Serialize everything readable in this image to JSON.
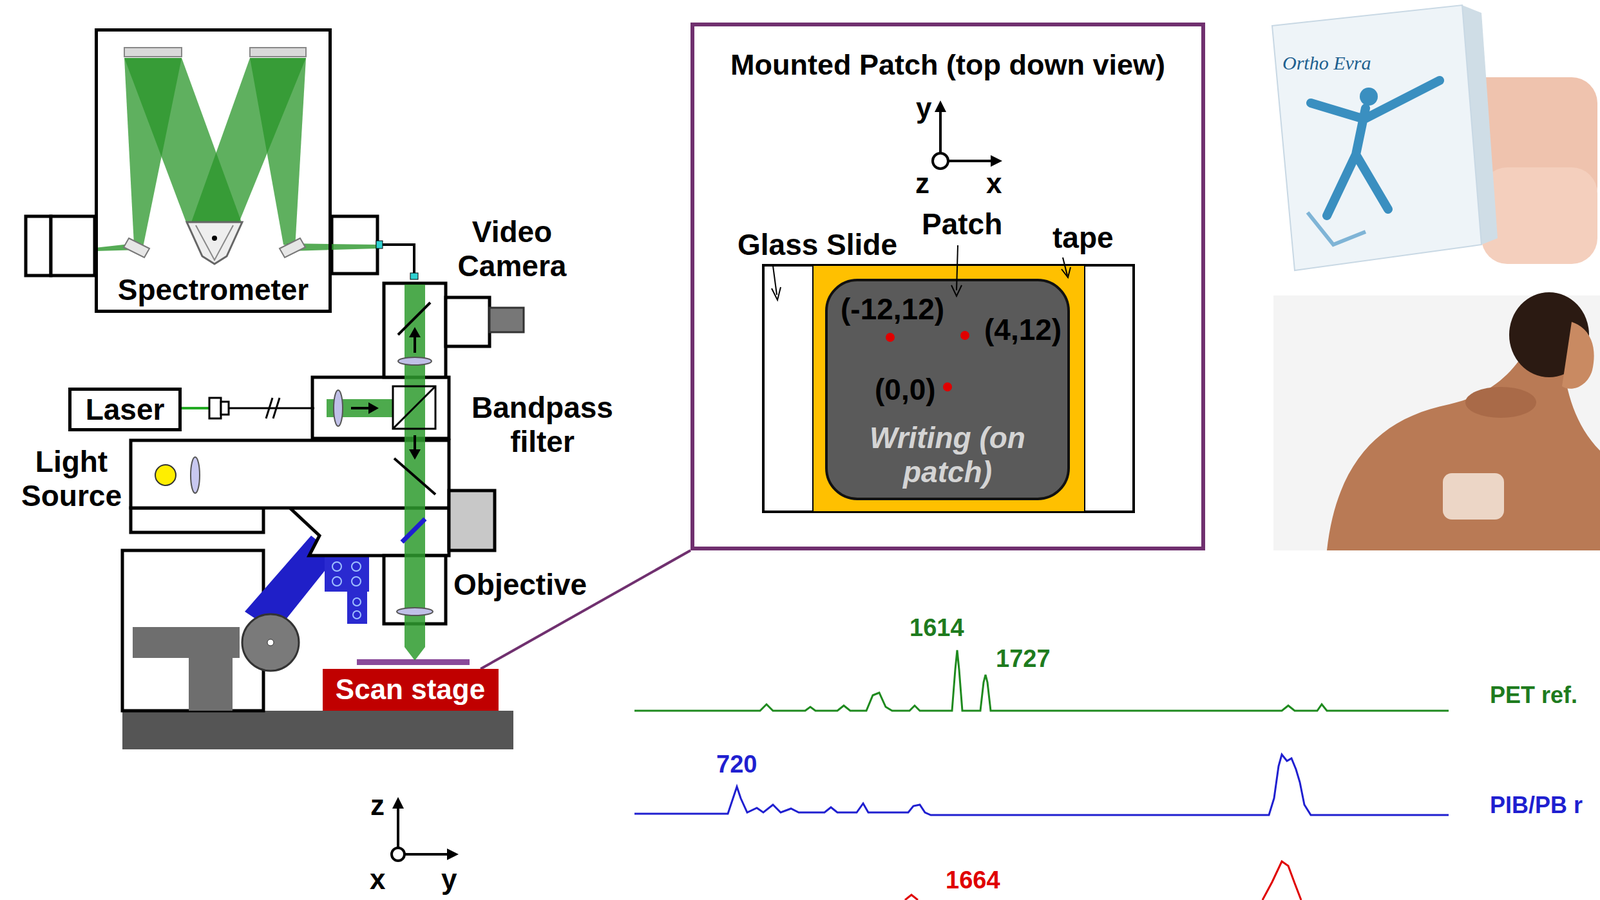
{
  "diagram": {
    "nodes": [
      {
        "text": [
          "Spectrometer"
        ]
      },
      {
        "text": [
          "Laser"
        ]
      },
      {
        "text": [
          "Scan stage"
        ]
      },
      {
        "text": [
          "Mounted Patch (top down view)"
        ]
      },
      {
        "text": [
          "Writing (on patch)"
        ],
        "in": 3
      }
    ],
    "edges": [
      {
        "from": 2,
        "to": 3,
        "arrow": "none"
      }
    ],
    "labels": [
      "Video Camera",
      "Bandpass filter",
      "Light Source",
      "Objective",
      "z",
      "x",
      "y",
      "y",
      "z",
      "x",
      "Glass Slide",
      "Patch",
      "tape",
      "(-12,12)",
      "(4,12)",
      "(0,0)",
      "Ortho Evra",
      "1614",
      "1727",
      "PET ref.",
      "720",
      "PIB/PB r",
      "1664"
    ]
  }
}
